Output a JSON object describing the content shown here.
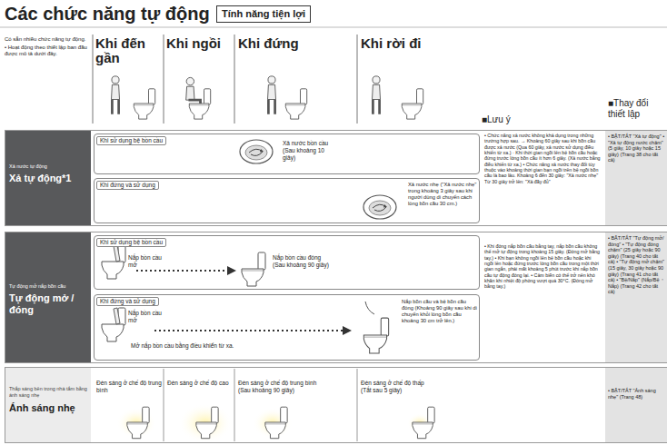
{
  "diagram": {
    "title": "Các chức năng tự động",
    "nodes": [
      {
        "text": [
          "Tính năng tiện lợi"
        ]
      },
      {
        "text": [
          "Xả nước tự động",
          "Xả tự động*1"
        ]
      },
      {
        "text": [
          "Khi sử dụng bệ bồn cầu",
          "Xả nước bồn cầu (Sau khoảng 10 giây)"
        ],
        "in": 1
      },
      {
        "text": [
          "Khi đứng và sử dụng",
          "Xả nước nhẹ (\"Xả nước nhẹ\" trong khoảng 3 giây sau khi người dùng di chuyển cách lòng bồn cầu 30 cm.)"
        ],
        "in": 1
      },
      {
        "text": [
          "• BẬT/TẮT \"Xả tự động\" • \"Xả tự động nước chậm\" (5 giây, 10 giây hoặc 15 giây) (Trang 38 cho tất cả)"
        ],
        "in": 1
      },
      {
        "text": [
          "Tự động mở nắp bồn cầu",
          "Tự động mở / đóng"
        ]
      },
      {
        "text": [
          "Khi sử dụng bệ bồn cầu",
          "Nắp bồn cầu mở",
          "Nắp bồn cầu đóng (Sau khoảng 90 giây)"
        ],
        "in": 5
      },
      {
        "text": [
          "Khi đứng và sử dụng",
          "Nắp bồn cầu mở",
          "Mở nắp bồn cầu bằng điều khiển từ xa.",
          "Nắp bồn cầu và bệ bồn cầu đóng (Khoảng 90 giây sau khi di chuyển khỏi lòng bồn cầu khoảng 30 cm trở lên.)"
        ],
        "in": 5
      },
      {
        "text": [
          "• BẬT/TẮT \"Tự động mở/đóng\" • \"Tự động đóng chậm\" (25 giây hoặc 90 giây) (Trang 40 cho tất cả) • \"Tự động mở chậm\" (15 giây, 30 giây hoặc 90 giây) (Trang 41 cho tất cả) • \"Bệ/Nắp\" (Nắp/Bệ・Nắp) (Trang 42 cho tất cả)"
        ],
        "in": 5
      },
      {
        "text": [
          "Thắp sáng bên trong nhà tắm bằng ánh sáng nhẹ",
          "Ánh sáng nhẹ"
        ]
      },
      {
        "text": [
          "• BẬT/TẮT \"Ánh sáng nhẹ\" (Trang 48)"
        ],
        "in": 9
      }
    ],
    "labels": [
      "Có sẵn nhiều chức năng tự động.",
      "• Hoạt động theo thiết lập ban đầu được mô tả dưới đây.",
      "Khi đến gần",
      "Khi ngồi",
      "Khi đứng",
      "Khi rời đi",
      "■Lưu ý",
      "■Thay đổi thiết lập",
      "• Chức năng xả nước không khả dụng trong những trường hợp sau. → Khoảng 60 giây sau khi bồn cầu được xả nước (Qua 60 giây, xả nước sử dụng điều khiển từ xa.) · Khi thời gian ngồi lên bệ bồn cầu hoặc đứng trước lòng bồn cầu ít hơn 6 giây. (Xả nước bằng điều khiển từ xa.) • Chức năng xả nước thay đổi tùy thuộc vào khoảng thời gian bạn ngồi trên bệ ngồi bồn cầu là bao lâu. Khoảng 6 đến 30 giây: \"Xả nước nhẹ\" Từ 30 giây trở lên: \"Xả đầy đủ\"",
      "• Khi đóng nắp bồn cầu bằng tay, nắp bồn cầu không thể mở tự động trong khoảng 15 giây. (Đóng mở bằng tay.) • Khi bạn không ngồi lên bệ bồn cầu hoặc khi ngồi lên hoặc đứng trước lòng bồn cầu trong một thời gian ngắn, phải mất khoảng 5 phút trước khi nắp bồn cầu tự động đóng lại. • Cảm biến có thể trở nên khó khăn khi nhiệt độ phòng vượt quá 30°C. (Đóng mở bằng tay.)",
      "Đèn sáng ở chế độ trung bình",
      "Đèn sáng ở chế độ cao",
      "Đèn sáng ở chế độ trung bình (Sau khoảng 90 giây)",
      "Đèn sáng ở chế độ thấp (Tắt sau 5 giây)"
    ]
  }
}
